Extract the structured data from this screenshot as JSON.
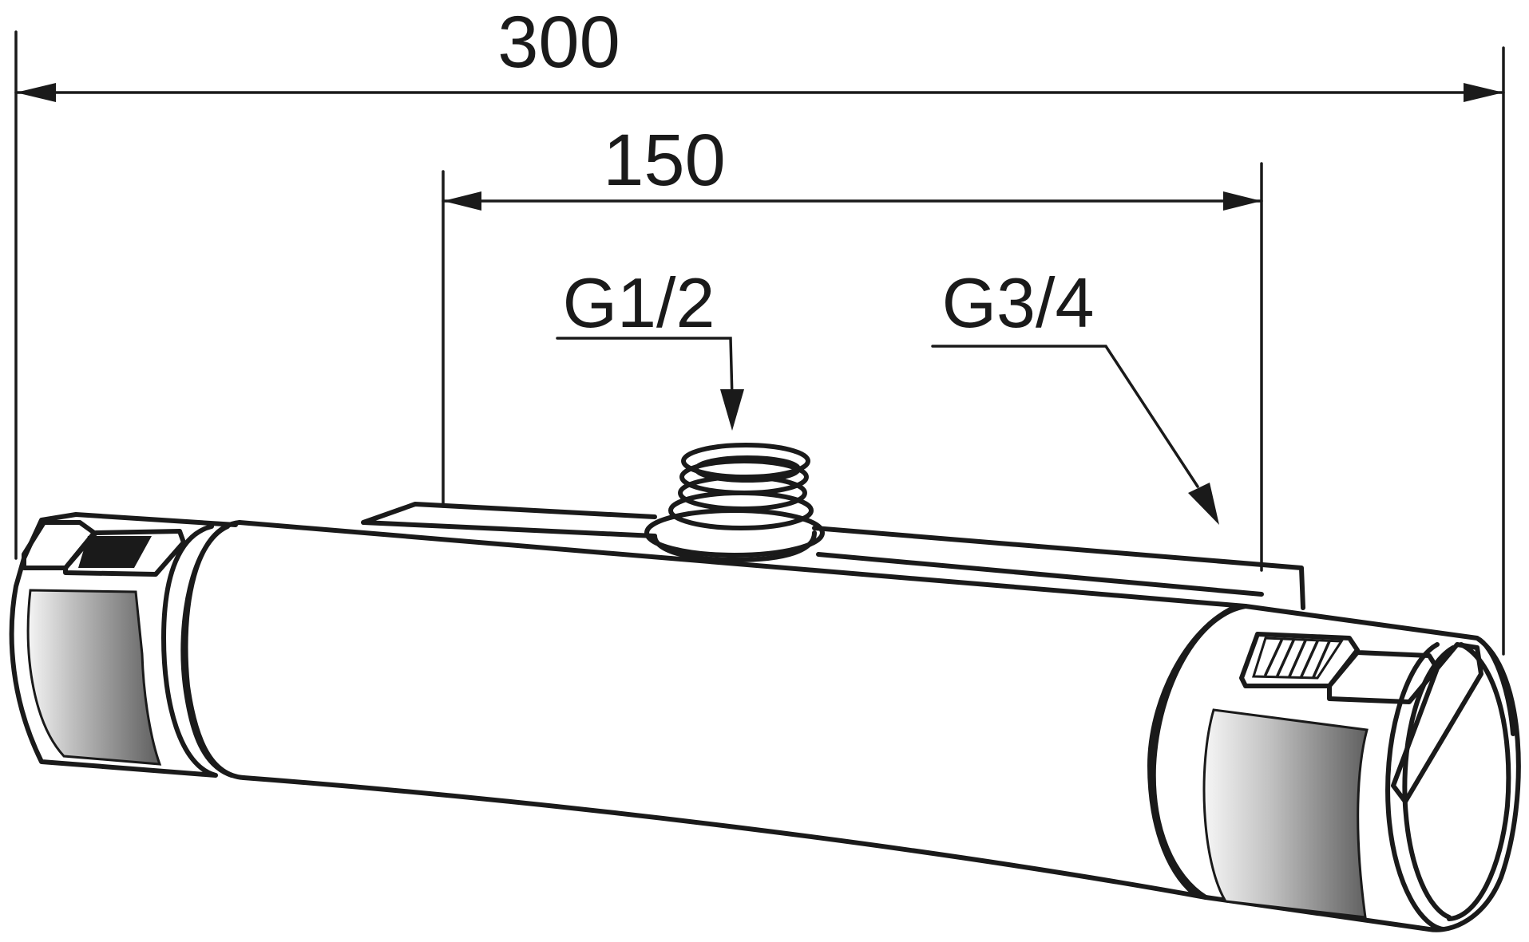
{
  "drawing": {
    "dimensions": {
      "overall_length": "300",
      "inlet_spacing": "150"
    },
    "connections": {
      "outlet_thread": "G1/2",
      "inlet_thread": "G3/4"
    }
  },
  "colors": {
    "line": "#1a1a1a",
    "background": "#ffffff",
    "grip_dark": "#6b6b6b",
    "grip_light": "#f2f2f2"
  }
}
